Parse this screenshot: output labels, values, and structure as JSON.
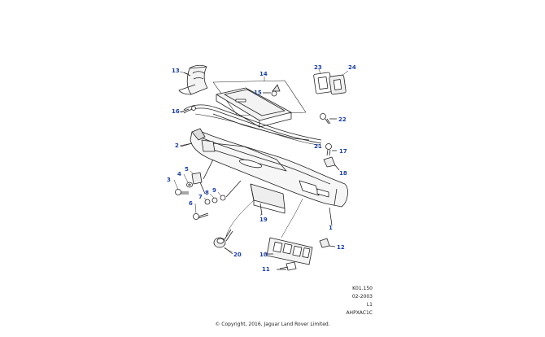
{
  "callouts": [
    "1",
    "2",
    "3",
    "4",
    "5",
    "6",
    "7",
    "8",
    "9",
    "10",
    "11",
    "12",
    "13",
    "14",
    "15",
    "16",
    "17",
    "18",
    "19",
    "20",
    "21",
    "22",
    "23",
    "24"
  ],
  "reference": {
    "code": "K01.150",
    "date": "02-2003",
    "level": "L1",
    "illustration_id": "AHPXAC1C"
  },
  "copyright": "© Copyright, 2016, Jaguar Land Rover Limited.",
  "colors": {
    "callout": "#1a3fa8",
    "line": "#222222"
  }
}
